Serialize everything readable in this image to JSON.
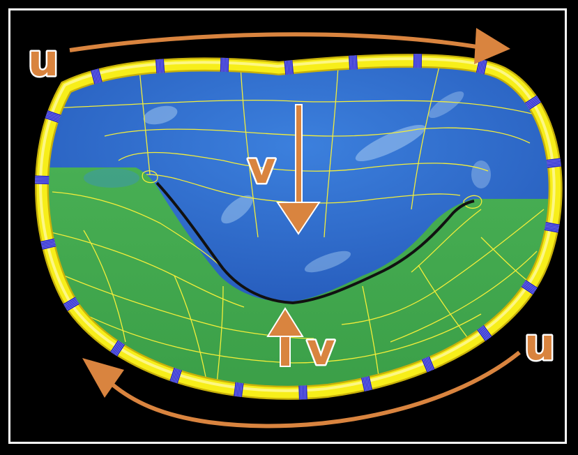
{
  "labels": {
    "u_top": "u",
    "u_bottom": "u",
    "v_top": "v",
    "v_bottom": "v"
  },
  "colors": {
    "background": "#000000",
    "frame": "#ffffff",
    "leaflet_top": "#2f6fd2",
    "leaflet_bottom": "#46ad4f",
    "ring": "#f7ee1a",
    "ring_marker": "#2424c8",
    "mesh_lines": "#f4ee3a",
    "arrow": "#d9843f",
    "coaptation": "#111111"
  },
  "ring_marker_count": 22
}
